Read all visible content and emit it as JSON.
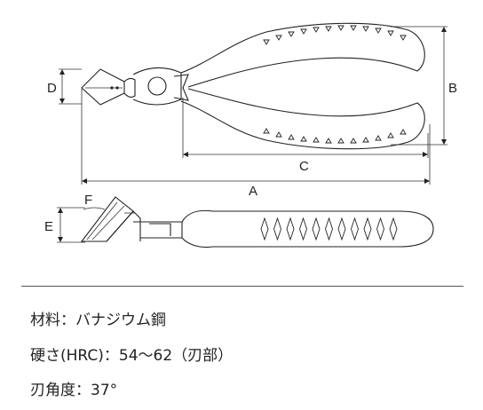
{
  "dimensions": {
    "A": "A",
    "B": "B",
    "C": "C",
    "D": "D",
    "E": "E",
    "F": "F"
  },
  "specs": [
    {
      "label": "材料",
      "sep": "：",
      "value": "バナジウム鋼"
    },
    {
      "label": "硬さ(HRC)",
      "sep": "：",
      "value": "54～62（刃部）"
    },
    {
      "label": "刃角度",
      "sep": "：",
      "value": "37°"
    }
  ]
}
